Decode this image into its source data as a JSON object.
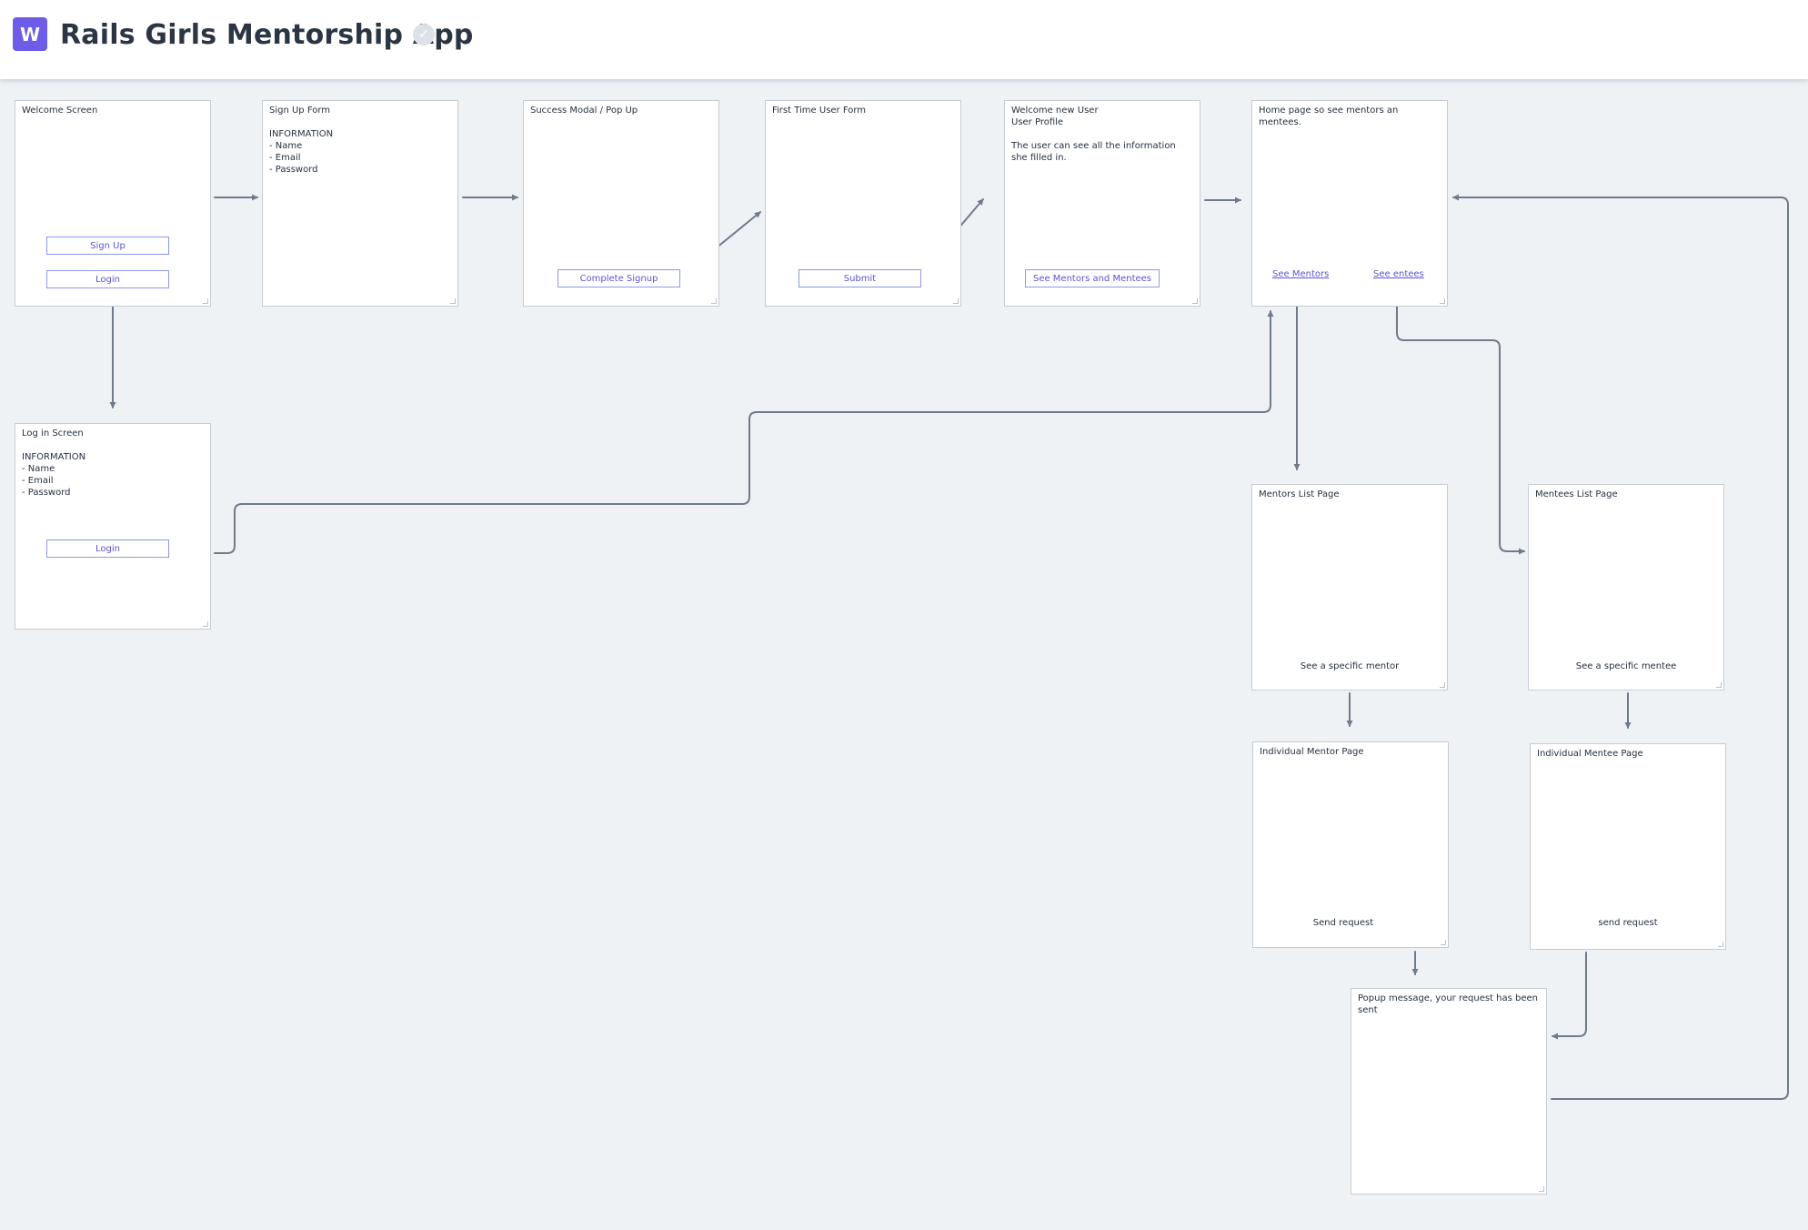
{
  "header": {
    "logo_letter": "W",
    "title": "Rails Girls Mentorship App",
    "check_glyph": "✓"
  },
  "cards": {
    "welcome": {
      "text": "Welcome Screen",
      "signup_button": "Sign Up",
      "login_button": "Login"
    },
    "signup_form": {
      "text": "Sign Up Form\n\nINFORMATION\n- Name\n- Email\n- Password"
    },
    "success_modal": {
      "text": "Success Modal / Pop Up",
      "complete_button": "Complete Signup"
    },
    "first_time_form": {
      "text": "First Time User Form",
      "submit_button": "Submit"
    },
    "welcome_user": {
      "text": "Welcome new User\nUser Profile\n\nThe user can see all the information she filled in.",
      "see_button": "See Mentors and Mentees"
    },
    "home": {
      "text": "Home page so see mentors an mentees.",
      "see_mentors_link": "See Mentors",
      "see_mentees_link": "See entees"
    },
    "login_screen": {
      "text": "Log in Screen\n\nINFORMATION\n- Name\n- Email\n- Password",
      "login_button": "Login"
    },
    "mentors_list": {
      "text": "Mentors List Page",
      "caption": "See a specific mentor"
    },
    "mentees_list": {
      "text": "Mentees List Page",
      "caption": "See a specific mentee"
    },
    "mentor_page": {
      "text": "Individual Mentor Page",
      "caption": "Send request"
    },
    "mentee_page": {
      "text": "Individual Mentee Page",
      "caption": "send request"
    },
    "popup": {
      "text": "Popup message, your request has been sent"
    }
  },
  "colors": {
    "canvas_background": "#eff2f5",
    "connector": "#6f7b8a",
    "brand": "#6c5ce7",
    "link": "#5b54d6"
  }
}
